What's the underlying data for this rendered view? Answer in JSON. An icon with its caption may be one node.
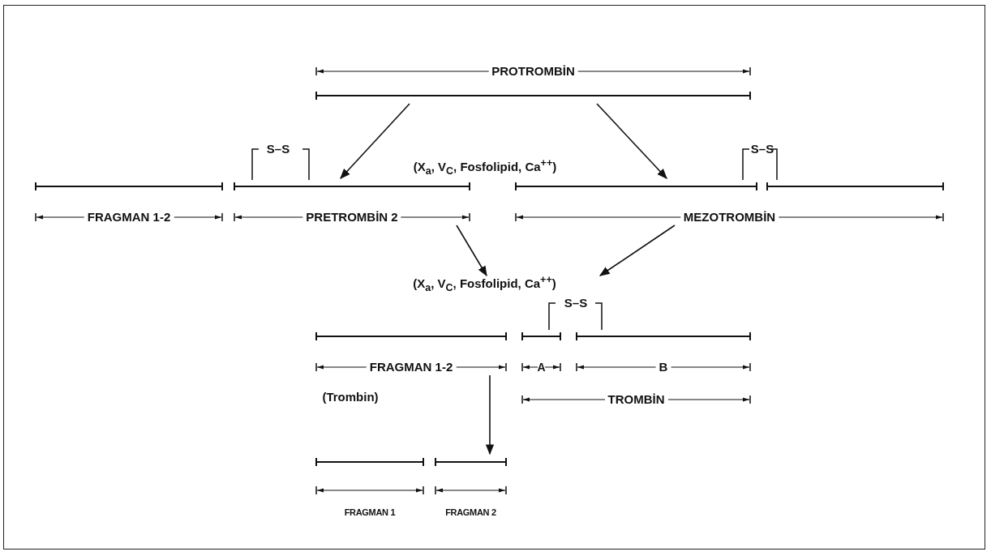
{
  "diagram": {
    "nodes": [
      {
        "text": [
          "PROTROMBİN"
        ]
      },
      {
        "text": [
          "FRAGMAN 1-2"
        ]
      },
      {
        "text": [
          "PRETROMBİN 2"
        ]
      },
      {
        "text": [
          "MEZOTROMBİN"
        ]
      },
      {
        "text": [
          "(X$_{a}$, V$_{C}$, Fosfolipid, Ca$^{++}$)"
        ]
      },
      {
        "text": [
          "FRAGMAN 1-2"
        ]
      },
      {
        "text": [
          "A"
        ]
      },
      {
        "text": [
          "B"
        ]
      },
      {
        "text": [
          "TROMBİN"
        ]
      },
      {
        "text": [
          "FRAGMAN 1"
        ]
      },
      {
        "text": [
          "FRAGMAN 2"
        ]
      }
    ],
    "edges": [
      {
        "from": 0,
        "to": 2,
        "arrow": "to"
      },
      {
        "from": 0,
        "to": 3,
        "arrow": "to"
      },
      {
        "from": 2,
        "to": 4,
        "arrow": "to"
      },
      {
        "from": 3,
        "to": 4,
        "arrow": "to"
      },
      {
        "from": 5,
        "to": 10,
        "arrow": "to"
      }
    ],
    "labels": [
      "S–S",
      "(X$_{a}$, V$_{C}$, Fosfolipid, Ca$^{++}$)",
      "S–S",
      "S–S",
      "(Trombin)"
    ]
  }
}
